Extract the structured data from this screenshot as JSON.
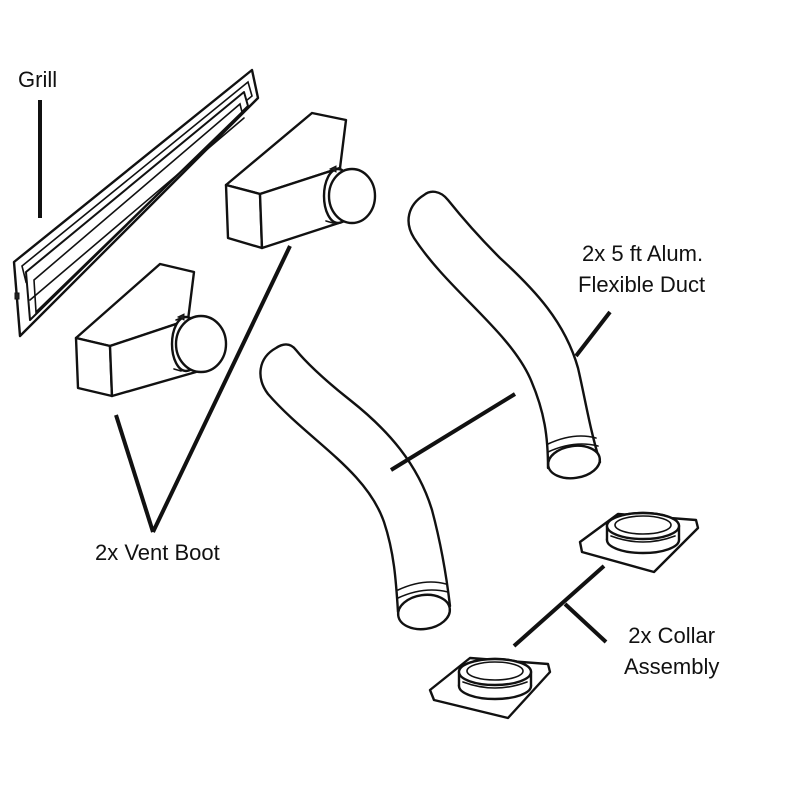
{
  "labels": {
    "grill": "Grill",
    "vent_boot": "2x Vent Boot",
    "flex_duct_line1": "2x 5 ft Alum.",
    "flex_duct_line2": "Flexible Duct",
    "collar_line1": "2x Collar",
    "collar_line2": "Assembly"
  },
  "colors": {
    "line": "#111111",
    "background": "#ffffff"
  }
}
